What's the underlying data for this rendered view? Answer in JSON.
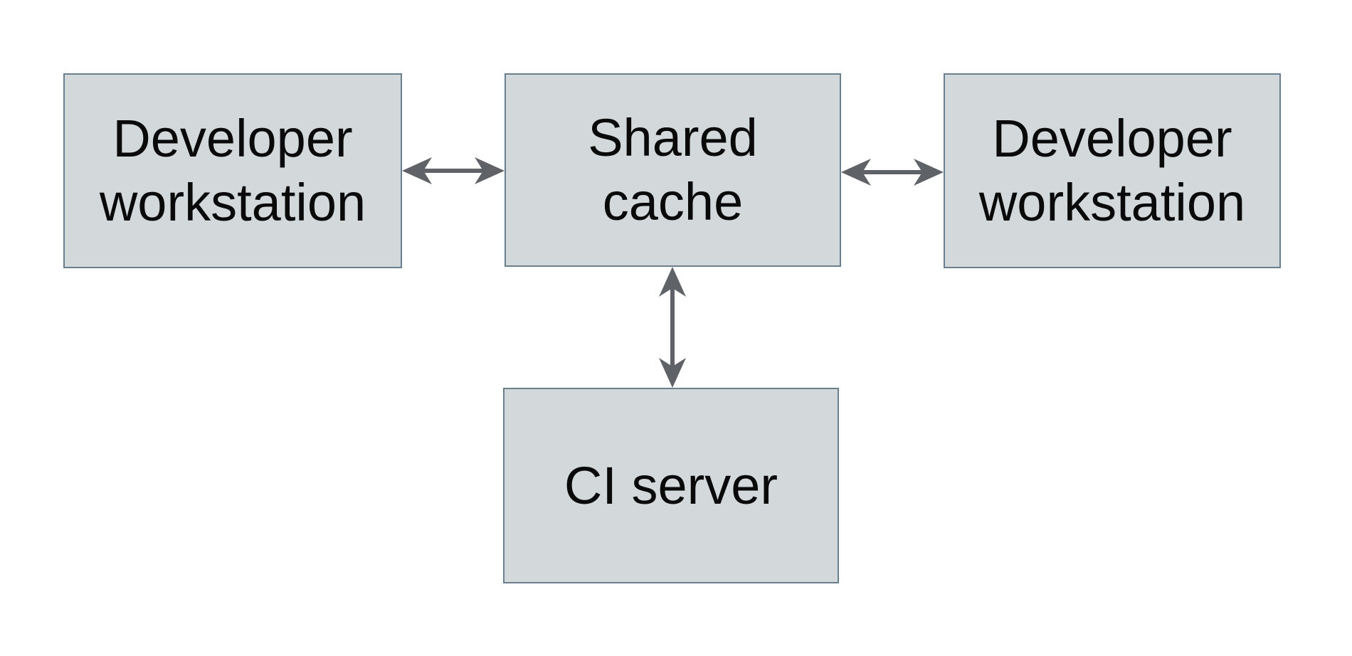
{
  "diagram": {
    "type": "architecture-diagram",
    "nodes": [
      {
        "id": "developer-workstation-left",
        "label_lines": [
          "Developer",
          "workstation"
        ]
      },
      {
        "id": "shared-cache",
        "label_lines": [
          "Shared",
          "cache"
        ]
      },
      {
        "id": "developer-workstation-right",
        "label_lines": [
          "Developer",
          "workstation"
        ]
      },
      {
        "id": "ci-server",
        "label_lines": [
          "CI server"
        ]
      }
    ],
    "edges": [
      {
        "from": "developer-workstation-left",
        "to": "shared-cache",
        "direction": "bidirectional"
      },
      {
        "from": "developer-workstation-right",
        "to": "shared-cache",
        "direction": "bidirectional"
      },
      {
        "from": "ci-server",
        "to": "shared-cache",
        "direction": "bidirectional"
      }
    ]
  },
  "colors": {
    "background": "#ffffff",
    "box_fill": "#d3d9db",
    "box_border": "#6a7f8d",
    "arrow": "#5f6368",
    "text": "#0a0a0a"
  }
}
